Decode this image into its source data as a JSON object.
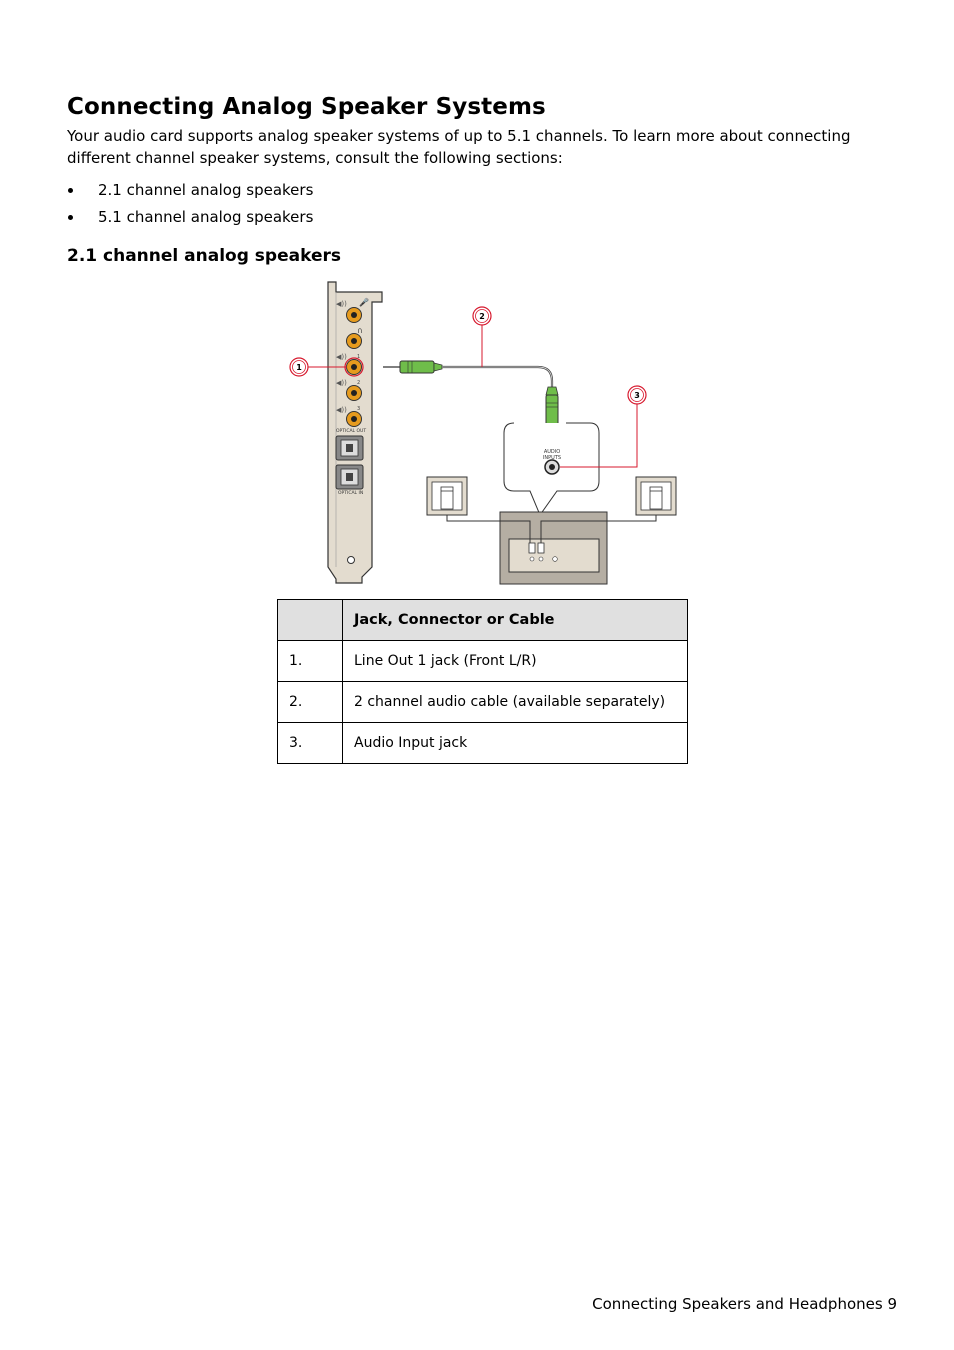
{
  "page": {
    "title": "Connecting Analog Speaker Systems",
    "intro": "Your audio card supports analog speaker systems of up to 5.1 channels. To learn more about connecting different channel speaker systems, consult the following sections:",
    "bullets": [
      "2.1 channel analog speakers",
      "5.1 channel analog speakers"
    ],
    "section_heading": "2.1 channel analog speakers"
  },
  "diagram": {
    "callouts": [
      "1",
      "2",
      "3"
    ],
    "card_labels": {
      "optical_out": "OPTICAL OUT",
      "optical_in": "OPTICAL IN"
    },
    "jack_sublabels": [
      "1",
      "2",
      "3"
    ],
    "audio_inputs": [
      "AUDIO",
      "INPUTS"
    ],
    "colors": {
      "callout": "#d7192e",
      "jack": "#e69b1e",
      "plug": "#6fbd4a",
      "panel": "#e3dccf"
    }
  },
  "table": {
    "headers": [
      "",
      "Jack, Connector or Cable"
    ],
    "rows": [
      {
        "num": "1.",
        "desc": "Line Out 1 jack (Front L/R)"
      },
      {
        "num": "2.",
        "desc": "2 channel audio cable (available separately)"
      },
      {
        "num": "3.",
        "desc": "Audio Input jack"
      }
    ]
  },
  "footer": {
    "text": "Connecting Speakers and Headphones 9"
  }
}
